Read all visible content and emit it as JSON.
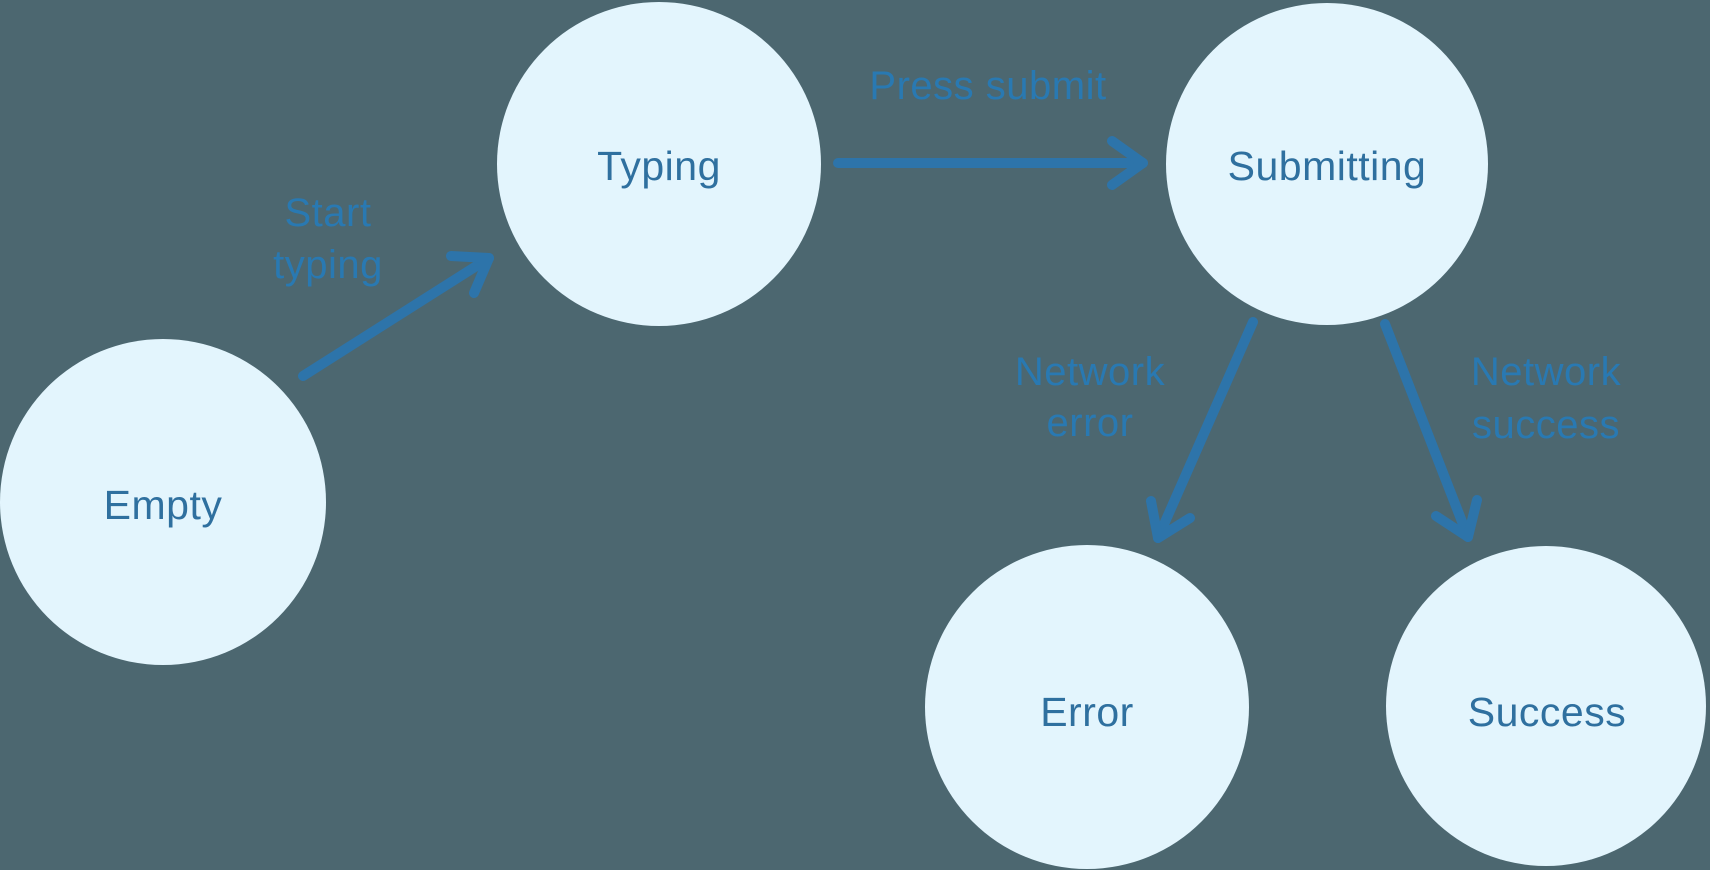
{
  "colors": {
    "background": "#4C6770",
    "node_fill": "#E3F5FD",
    "node_text": "#2F709F",
    "edge_stroke": "#2D74AA",
    "edge_label": "#2979B2"
  },
  "diagram_type": "state-machine",
  "nodes": {
    "empty": {
      "label": "Empty"
    },
    "typing": {
      "label": "Typing"
    },
    "submitting": {
      "label": "Submitting"
    },
    "error": {
      "label": "Error"
    },
    "success": {
      "label": "Success"
    }
  },
  "edges": {
    "start_typing": {
      "from": "Empty",
      "to": "Typing",
      "line1": "Start",
      "line2": "typing"
    },
    "press_submit": {
      "from": "Typing",
      "to": "Submitting",
      "label": "Press submit"
    },
    "network_error": {
      "from": "Submitting",
      "to": "Error",
      "line1": "Network",
      "line2": "error"
    },
    "network_success": {
      "from": "Submitting",
      "to": "Success",
      "line1": "Network",
      "line2": "success"
    }
  }
}
